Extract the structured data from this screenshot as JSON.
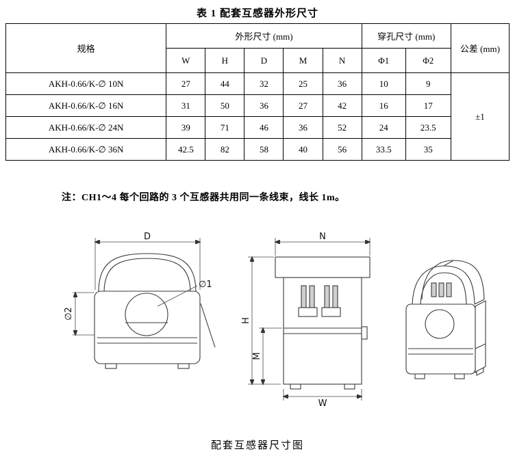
{
  "page": {
    "title": "表 1 配套互感器外形尺寸",
    "note": "注：CH1～4 每个回路的 3 个互感器共用同一条线束，线长 1m。",
    "caption": "配套互感器尺寸图"
  },
  "table": {
    "headers": {
      "spec": "规格",
      "outer_dims": "外形尺寸 (mm)",
      "hole_dims": "穿孔尺寸 (mm)",
      "tolerance": "公差 (mm)",
      "cols": [
        "W",
        "H",
        "D",
        "M",
        "N",
        "Φ1",
        "Φ2"
      ]
    },
    "rows": [
      {
        "spec": "AKH-0.66/K-∅ 10N",
        "values": [
          "27",
          "44",
          "32",
          "25",
          "36",
          "10",
          "9"
        ]
      },
      {
        "spec": "AKH-0.66/K-∅ 16N",
        "values": [
          "31",
          "50",
          "36",
          "27",
          "42",
          "16",
          "17"
        ]
      },
      {
        "spec": "AKH-0.66/K-∅ 24N",
        "values": [
          "39",
          "71",
          "46",
          "36",
          "52",
          "24",
          "23.5"
        ]
      },
      {
        "spec": "AKH-0.66/K-∅ 36N",
        "values": [
          "42.5",
          "82",
          "58",
          "40",
          "56",
          "33.5",
          "35"
        ]
      }
    ],
    "tolerance_value": "±1"
  },
  "drawings": {
    "front_view": {
      "dim_d": "D",
      "dim_phi1": "∅1",
      "dim_phi2": "∅2"
    },
    "side_view": {
      "dim_n": "N",
      "dim_h": "H",
      "dim_m": "M",
      "dim_w": "W"
    }
  }
}
